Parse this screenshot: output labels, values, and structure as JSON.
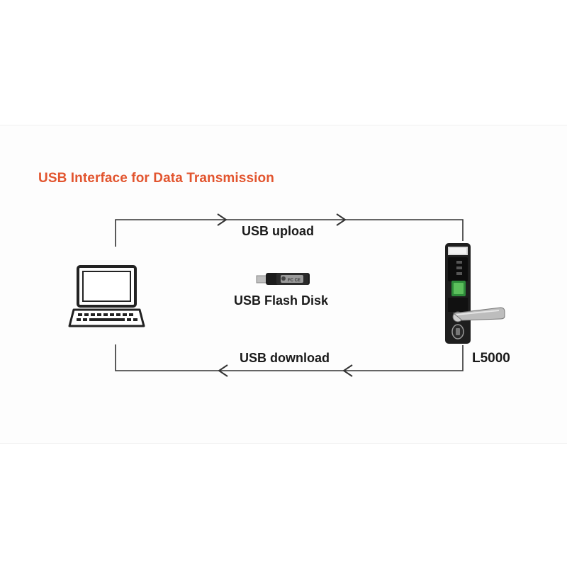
{
  "diagram": {
    "title": "USB Interface for Data Transmission",
    "upload_label": "USB upload",
    "flash_label": "USB Flash Disk",
    "download_label": "USB download",
    "device_model": "L5000"
  },
  "icons": {
    "computer": "laptop-icon",
    "flash_drive": "usb-flash-drive-icon",
    "lock": "fingerprint-door-lock"
  },
  "colors": {
    "title": "#e2552f",
    "line": "#333333",
    "text": "#1a1a1a"
  }
}
